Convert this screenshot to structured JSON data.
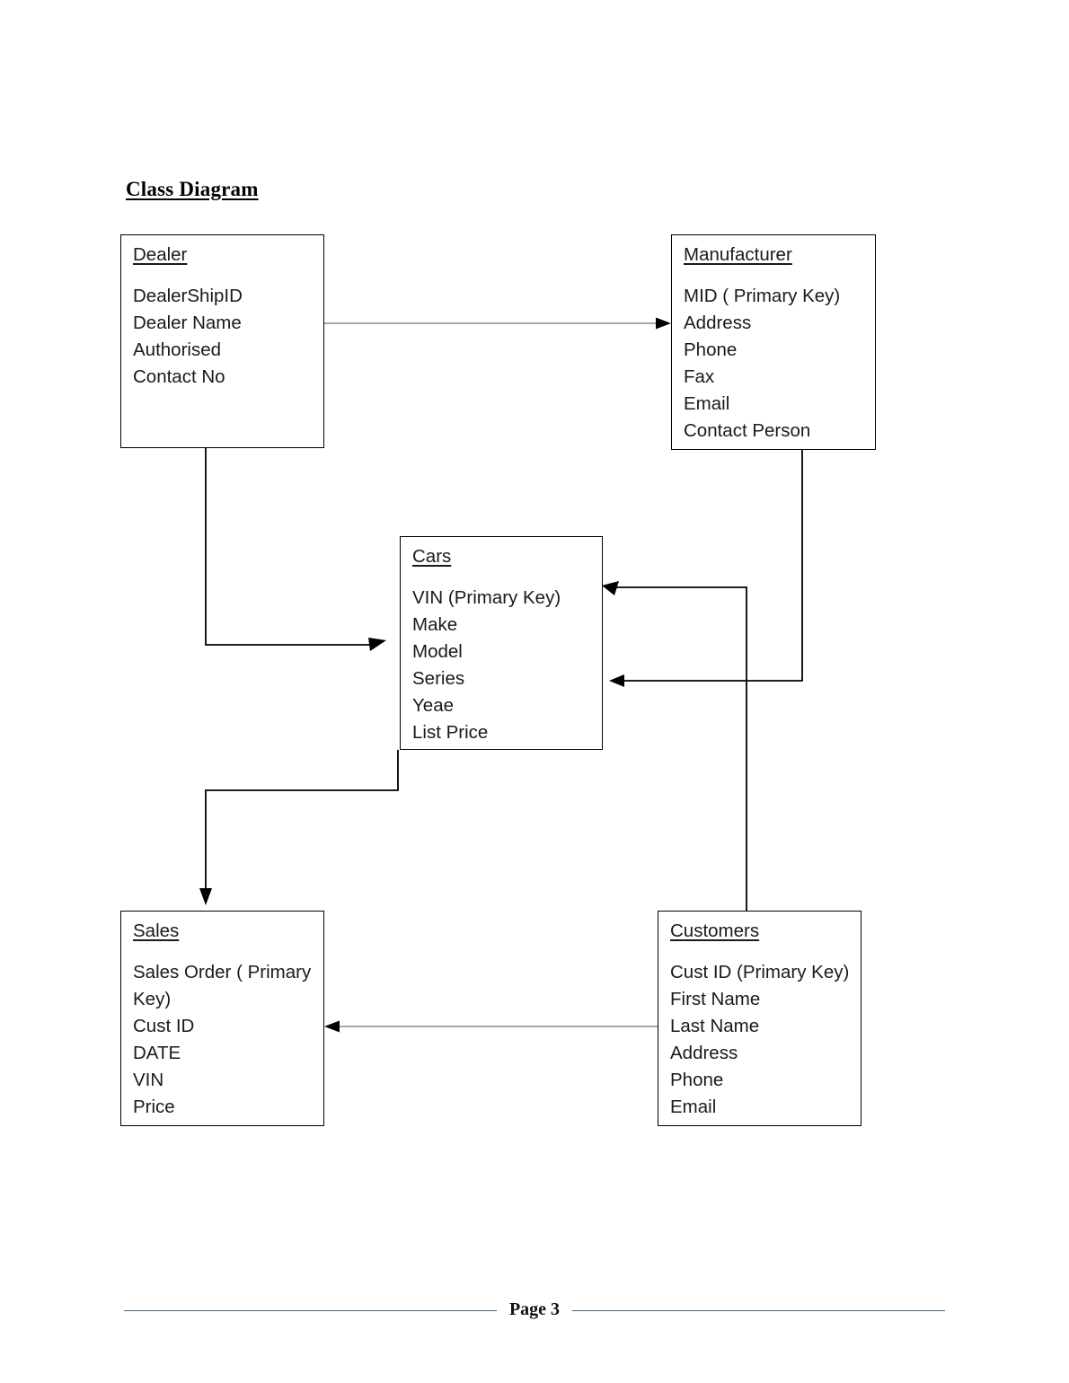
{
  "document": {
    "title": "Class Diagram",
    "footer": {
      "page_label": "Page 3",
      "rule_color": "#44637a"
    },
    "background_color": "#ffffff",
    "line_color": "#000000"
  },
  "classes": {
    "dealer": {
      "name": "Dealer",
      "attributes": [
        "DealerShipID",
        "Dealer Name",
        "Authorised",
        "Contact No"
      ]
    },
    "manufacturer": {
      "name": "Manufacturer",
      "attributes": [
        "MID ( Primary Key)",
        "Address",
        "Phone",
        "Fax",
        "Email",
        "Contact Person"
      ]
    },
    "cars": {
      "name": "Cars",
      "attributes": [
        "VIN (Primary Key)",
        "Make",
        "Model",
        "Series",
        "Yeae",
        "List Price"
      ]
    },
    "sales": {
      "name": "Sales",
      "attributes": [
        "Sales Order ( Primary Key)",
        "Cust ID",
        "DATE",
        "VIN",
        "Price"
      ]
    },
    "customers": {
      "name": "Customers",
      "attributes": [
        "Cust ID (Primary Key)",
        "First Name",
        "Last Name",
        "Address",
        "Phone",
        "Email"
      ]
    }
  },
  "relationships": [
    {
      "id": "dealer-to-manufacturer",
      "from": "Dealer",
      "to": "Manufacturer",
      "style": "thin",
      "arrow": "right"
    },
    {
      "id": "dealer-to-cars",
      "from": "Dealer",
      "to": "Cars",
      "style": "elbow",
      "arrow": "right"
    },
    {
      "id": "customers-to-cars",
      "from": "Customers",
      "to": "Cars",
      "style": "elbow",
      "arrow": "left"
    },
    {
      "id": "manufacturer-to-cars",
      "from": "Manufacturer",
      "to": "Cars",
      "style": "elbow",
      "arrow": "left"
    },
    {
      "id": "cars-to-sales",
      "from": "Cars",
      "to": "Sales",
      "style": "elbow",
      "arrow": "down"
    },
    {
      "id": "customers-to-sales",
      "from": "Customers",
      "to": "Sales",
      "style": "thin",
      "arrow": "left"
    }
  ]
}
